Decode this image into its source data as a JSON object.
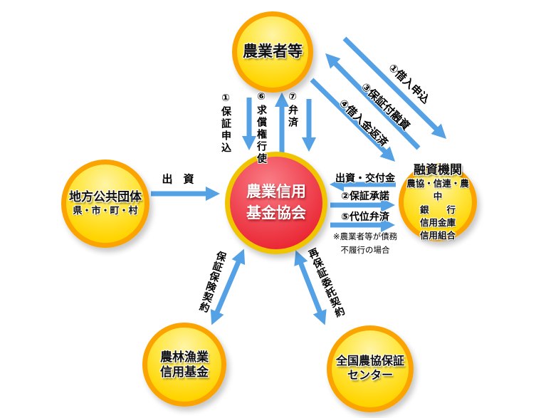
{
  "nodes": {
    "farmers": {
      "name": "農業者等"
    },
    "kikin_kyokai": {
      "line1": "農業信用",
      "line2": "基金協会"
    },
    "chiho_kokyodantai": {
      "name": "地方公共団体",
      "sub": "県・市・町・村"
    },
    "yushi_kikan": {
      "name": "融資機関",
      "members": [
        "農協・信連・農中",
        "銀　　行",
        "信用金庫",
        "信用組合"
      ]
    },
    "norin_gyogyo_kikin": {
      "line1": "農林漁業",
      "line2": "信用基金"
    },
    "zenkoku_hosho_center": {
      "line1": "全国農協保証",
      "line2": "センター"
    }
  },
  "arrows": {
    "shusshi": "出　資",
    "hosho_moshikomi": "①保証申込",
    "kyushoken_koshi": "⑥求償権行使",
    "bensai": "⑦弁済",
    "kariire_moshikomi": "①借入申込",
    "hoshotsuki_yushi": "③保証付融資",
    "kariirekin_hensai": "④借入金返済",
    "shusshi_kofukin": "出資・交付金",
    "hosho_shodaku": "②保証承諾",
    "daii_bensai": "⑤代位弁済",
    "note": {
      "line1": "※農業者等が債務",
      "line2": "不履行の場合"
    },
    "hosho_hoken_keiyaku": "保証保険契約",
    "saihosho_itaku_keiyaku": "再保証委託契約"
  },
  "colors": {
    "arrow_blue": "#54A1E5",
    "circle_yellow": "#FFD400",
    "border_orange": "#FBA300",
    "center_red": "#E8313D",
    "ring_gold": "#F1C400"
  }
}
